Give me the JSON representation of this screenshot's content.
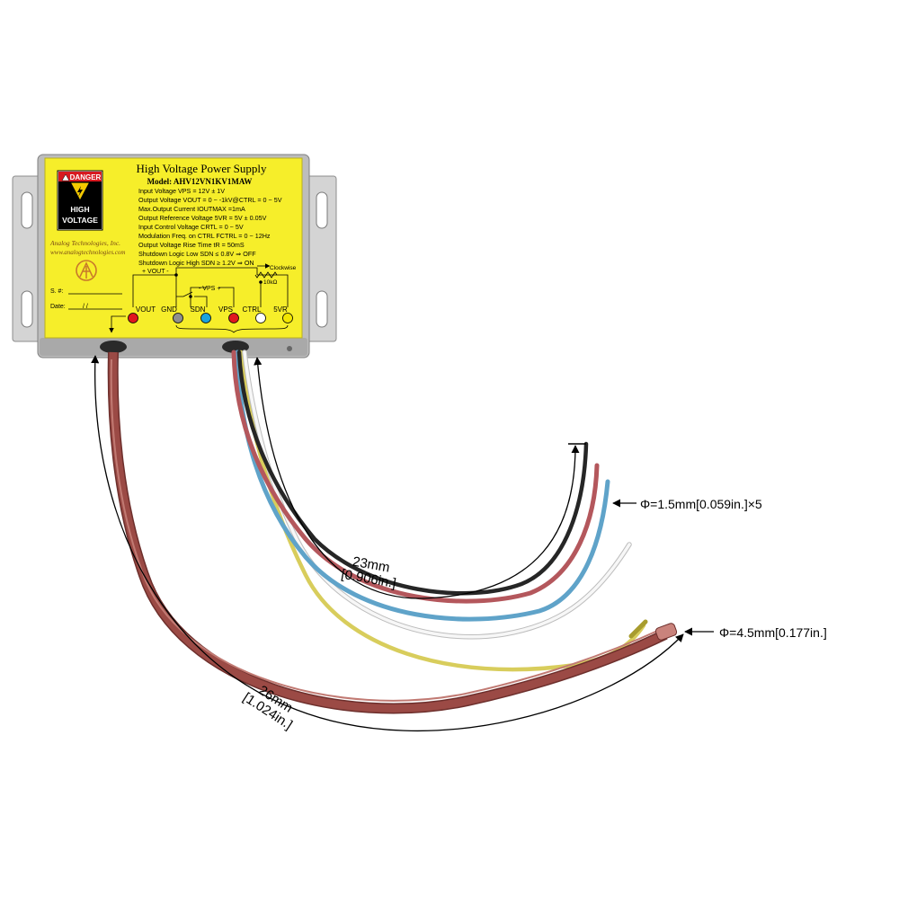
{
  "label": {
    "title": "High Voltage Power Supply",
    "model": "Model: AHV12VN1KV1MAW",
    "specs": [
      "Input Voltage VPS = 12V ± 1V",
      "Output Voltage VOUT = 0 ~ -1kV@CTRL = 0 ~ 5V",
      "Max.Output Current IOUTMAX =1mA",
      "Output Reference Voltage 5VR = 5V ± 0.05V",
      "Input Control Voltage CRTL = 0 ~ 5V",
      "Modulation Freq. on CTRL FCTRL = 0 ~ 12Hz",
      "Output Voltage Rise Time tR = 50mS",
      "Shutdown Logic Low SDN ≤ 0.8V ⇒ OFF",
      "Shutdown Logic High SDN ≥ 1.2V ⇒ ON"
    ],
    "danger": "DANGER",
    "high": "HIGH",
    "voltage": "VOLTAGE",
    "company": "Analog Technologies, Inc.",
    "website": "www.analogtechnologies.com",
    "serial": "S. #:",
    "date": "Date:",
    "date_slashes": "/       /",
    "vout_bracket": "+ VOUT -",
    "vps_bracket": "-   VPS +",
    "clockwise": "Clockwise",
    "resistor": "10kΩ",
    "pins": [
      "VOUT",
      "GND",
      "SDN",
      "VPS",
      "CTRL",
      "5VR"
    ]
  },
  "colors": {
    "label_yellow": "#f6ee2a",
    "cable_red": "#9b4a45",
    "pin_red": "#e0171e",
    "pin_gray": "#8f8f8f",
    "pin_blue": "#1ba3dd",
    "pin_white": "#ffffff",
    "pin_yellow": "#f2e600",
    "wire_black": "#262626",
    "wire_blue": "#5fa3c9",
    "wire_white": "#eeeeee",
    "wire_yellow": "#d8cd5c"
  },
  "dimensions": {
    "thin_wire_dia": "Φ=1.5mm[0.059in.]×5",
    "thick_cable_dia": "Φ=4.5mm[0.177in.]",
    "thin_len_mm": "23mm",
    "thin_len_in": "[0.906in.]",
    "thick_len_mm": "26mm",
    "thick_len_in": "[1.024in.]"
  }
}
